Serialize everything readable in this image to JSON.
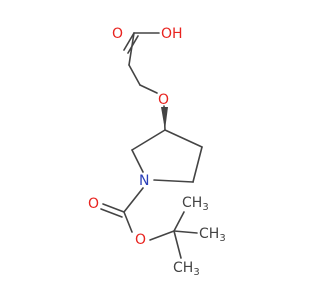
{
  "molecule": {
    "atoms": {
      "carbonyl_oxygen_top": "O",
      "hydroxyl": "OH",
      "ether_oxygen": "O",
      "ring_nitrogen": "N",
      "carbamate_carbonyl_oxygen": "O",
      "carbamate_ester_oxygen": "O",
      "methyl_1": "CH",
      "methyl_1_sub": "3",
      "methyl_2": "CH",
      "methyl_2_sub": "3",
      "methyl_3": "CH",
      "methyl_3_sub": "3"
    },
    "colors": {
      "oxygen": "#e8231f",
      "nitrogen": "#2a3fb8",
      "carbon": "#444444",
      "bond": "#444444"
    }
  }
}
